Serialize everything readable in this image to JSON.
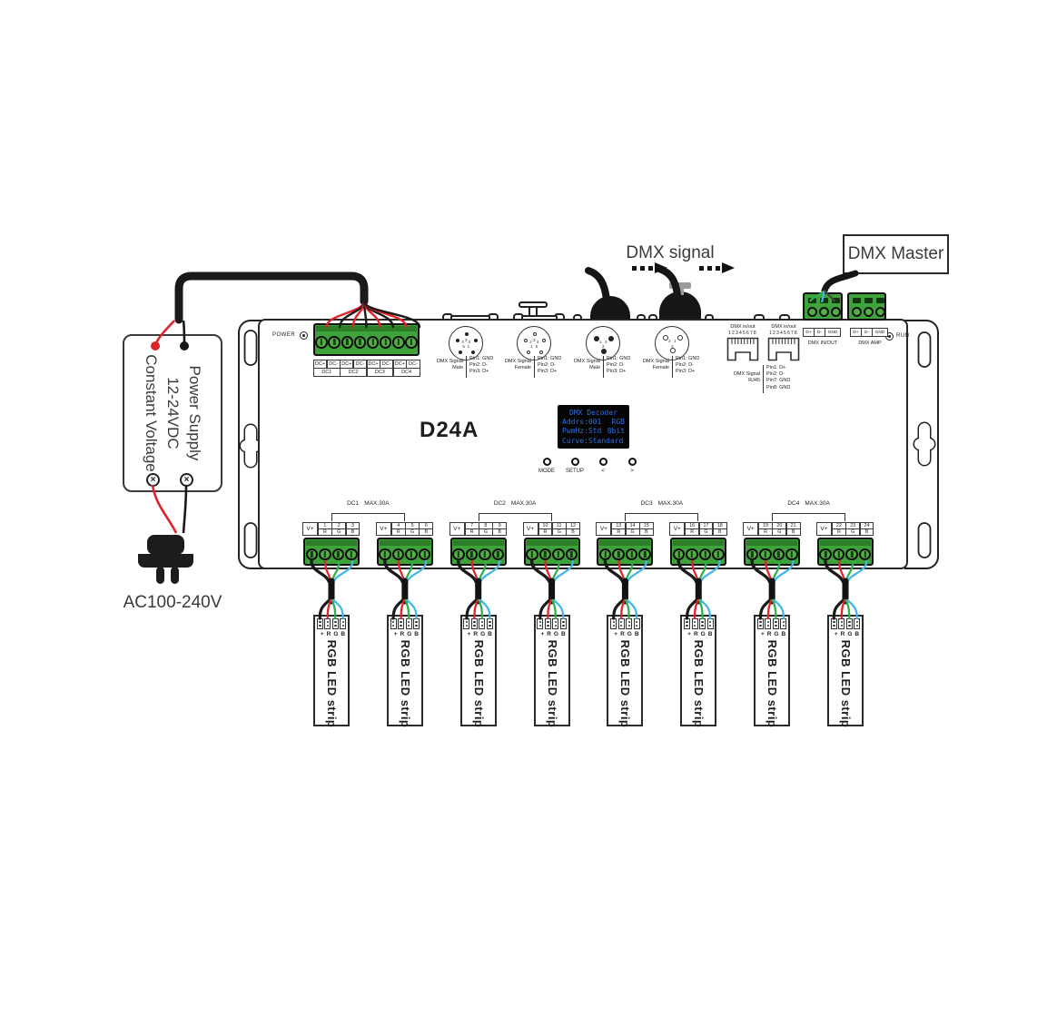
{
  "power_supply": {
    "lines": [
      "Power Supply",
      "12-24VDC",
      "Constant Voltage"
    ],
    "ac_input_label": "AC100-240V"
  },
  "dmx": {
    "signal_label": "DMX signal",
    "master_label": "DMX Master"
  },
  "device": {
    "model": "D24A",
    "power_label": "POWER",
    "run_label": "RUN",
    "dc_input": {
      "polarity": [
        "DC+",
        "DC-",
        "DC+",
        "DC-",
        "DC+",
        "DC-",
        "DC+",
        "DC-"
      ],
      "channels": [
        "DC1",
        "DC2",
        "DC3",
        "DC4"
      ]
    },
    "xlr_connectors": [
      {
        "name": "DMX Signal",
        "gender": "Male",
        "style": "male5",
        "pin_numbers": [
          "3",
          "2",
          "1",
          "5",
          "4"
        ],
        "pins": [
          "Pin1: GND",
          "Pin2: D-",
          "Pin3: D+"
        ]
      },
      {
        "name": "DMX Signal",
        "gender": "Female",
        "style": "female5",
        "pin_numbers": [
          "3",
          "4",
          "5",
          "1",
          "2"
        ],
        "pins": [
          "Pin1: GND",
          "Pin2: D-",
          "Pin3: D+"
        ]
      },
      {
        "name": "DMX Signal",
        "gender": "Male",
        "style": "male3",
        "pin_numbers": [
          "1",
          "2",
          "3"
        ],
        "pins": [
          "Pin1: GND",
          "Pin2: D-",
          "Pin3: D+"
        ]
      },
      {
        "name": "DMX Signal",
        "gender": "Female",
        "style": "female3",
        "pin_numbers": [
          "2",
          "1",
          "3"
        ],
        "pins": [
          "Pin1: GND",
          "Pin2: D-",
          "Pin3: D+"
        ]
      }
    ],
    "rj45": {
      "port_label": "DMX in/out",
      "pin_row": "12345678",
      "name": "DMX Signal",
      "name2": "RJ45",
      "pins": [
        "Pin1: D+",
        "Pin2: D-",
        "Pin7: GND",
        "Pin8: GND"
      ]
    },
    "top_terminals": [
      {
        "cells": [
          "D+",
          "D-",
          "GND"
        ],
        "label": "DMX IN/OUT"
      },
      {
        "cells": [
          "D+",
          "D-",
          "GND"
        ],
        "label": "DMX AMP"
      }
    ],
    "lcd": {
      "line1": "DMX Decoder",
      "line2_left": "Addrs:001",
      "line2_right": "RGB",
      "line3_left": "PwmHz:Std",
      "line3_right": "8bit",
      "line4": "Curve:Standard"
    },
    "buttons": [
      "MODE",
      "SETUP",
      "<",
      ">"
    ]
  },
  "outputs": {
    "v_label": "V+",
    "rgb": [
      "R",
      "G",
      "B"
    ],
    "max_label": "MAX.30A",
    "channels": [
      "DC1",
      "DC2",
      "DC3",
      "DC4"
    ],
    "terminal_numbers": [
      [
        "1",
        "2",
        "3"
      ],
      [
        "4",
        "5",
        "6"
      ],
      [
        "7",
        "8",
        "9"
      ],
      [
        "10",
        "11",
        "12"
      ],
      [
        "13",
        "14",
        "15"
      ],
      [
        "16",
        "17",
        "18"
      ],
      [
        "19",
        "20",
        "21"
      ],
      [
        "22",
        "23",
        "24"
      ]
    ]
  },
  "led_strip": {
    "pad_label": "+RGB",
    "label": "RGB LED strip"
  },
  "colors": {
    "terminal_green": "#3fa33c",
    "terminal_green_light": "#54ae45",
    "terminal_green_dark": "#2b7d28",
    "wire_red": "#e0242b",
    "wire_green": "#2db24a",
    "wire_blue": "#45b6ea",
    "wire_black": "#1a1a1a",
    "lcd_text": "#2e6fdd"
  }
}
